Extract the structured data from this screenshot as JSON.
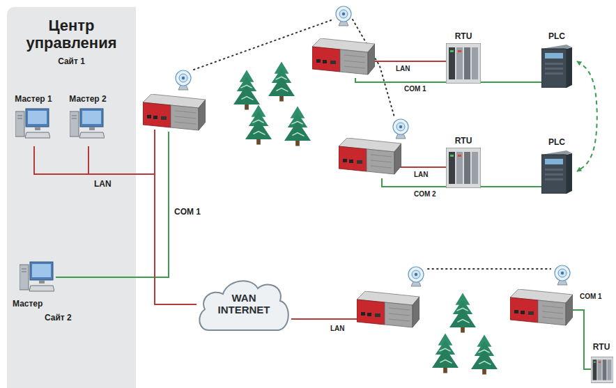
{
  "diagram": {
    "nodes": [
      {
        "text": [
          "Центр управления",
          "Сайт 1"
        ]
      },
      {
        "text": [
          "Мастер 1"
        ],
        "in": 0
      },
      {
        "text": [
          "Мастер 2"
        ],
        "in": 0
      },
      {
        "text": [
          "Мастер",
          "Сайт 2"
        ]
      },
      {
        "text": [
          "WAN INTERNET"
        ]
      },
      {
        "text": [
          "RTU"
        ]
      },
      {
        "text": [
          "PLC"
        ]
      },
      {
        "text": [
          "RTU"
        ]
      },
      {
        "text": [
          "PLC"
        ]
      },
      {
        "text": [
          "RTU"
        ]
      }
    ],
    "edges": [
      {
        "from": 1,
        "to": 4,
        "arrow": "none"
      },
      {
        "from": 2,
        "to": 4,
        "arrow": "none"
      },
      {
        "from": 6,
        "to": 8,
        "arrow": "both"
      }
    ],
    "labels": [
      "LAN",
      "COM 1",
      "LAN",
      "LAN",
      "COM 1",
      "LAN",
      "COM 2",
      "COM 1"
    ]
  }
}
